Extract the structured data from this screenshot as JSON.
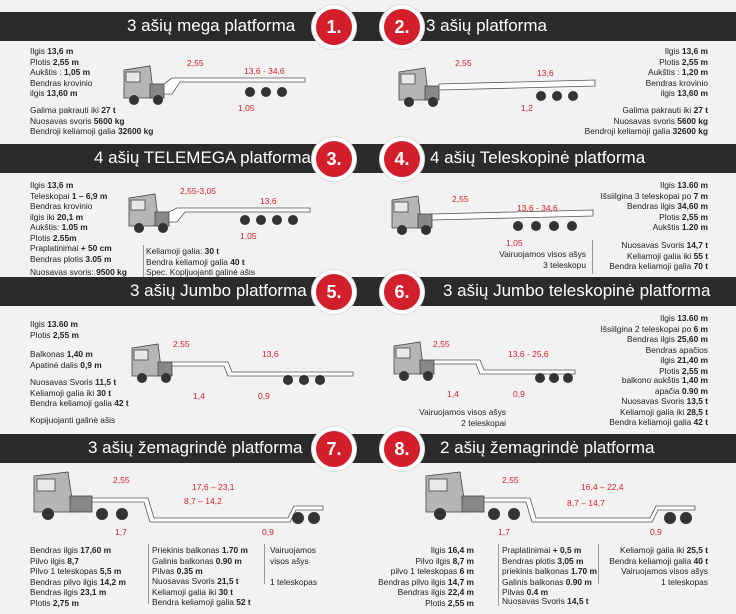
{
  "colors": {
    "accent": "#d21f2b",
    "band": "#2b2b2b",
    "text": "#222222",
    "background": "#f2f2f2"
  },
  "sections": [
    {
      "titles": [
        "3 ašių mega platforma",
        "3 ašių platforma"
      ],
      "numbers": [
        "1.",
        "2."
      ]
    },
    {
      "titles": [
        "4 ašių TELEMEGA platforma",
        "4 ašių Teleskopinė platforma"
      ],
      "numbers": [
        "3.",
        "4."
      ]
    },
    {
      "titles": [
        "3 ašių Jumbo platforma",
        "3 ašių Jumbo teleskopinė platforma"
      ],
      "numbers": [
        "5.",
        "6."
      ]
    },
    {
      "titles": [
        "3 ašių žemagrindė platforma",
        "2 ašių žemagrindė platforma"
      ],
      "numbers": [
        "7.",
        "8."
      ]
    }
  ],
  "p1": {
    "specs": [
      [
        "Ilgis ",
        "13,6 m"
      ],
      [
        "Plotis ",
        "2,55 m"
      ],
      [
        "Aukštis : ",
        "1,05 m"
      ],
      [
        "Bendras krovinio",
        ""
      ],
      [
        "ilgis ",
        "13,60 m"
      ]
    ],
    "specs2": [
      [
        "Galima pakrauti iki ",
        "27 t"
      ],
      [
        "Nuosavas svoris ",
        "5600 kg"
      ],
      [
        "Bendroji keliamoji galia ",
        "32600 kg"
      ]
    ],
    "dims": [
      "2,55",
      "13,6 - 34,6",
      "1,05"
    ]
  },
  "p2": {
    "specs": [
      [
        "Ilgis ",
        "13,6 m"
      ],
      [
        "Plotis ",
        "2,55 m"
      ],
      [
        "Aukštis : ",
        "1,20 m"
      ],
      [
        "Bendras krovinio",
        ""
      ],
      [
        "ilgis ",
        "13,60 m"
      ]
    ],
    "specs2": [
      [
        "Galima pakrauti iki ",
        "27 t"
      ],
      [
        "Nuosavas svoris ",
        "5600 kg"
      ],
      [
        "Bendroji keliamoji galia ",
        "32600 kg"
      ]
    ],
    "dims": [
      "2,55",
      "13,6",
      "1,2"
    ]
  },
  "p3": {
    "specs": [
      [
        "Ilgis ",
        "13,6 m"
      ],
      [
        "Teleskopai ",
        "1 – 6,9 m"
      ],
      [
        "Bendras krovinio",
        ""
      ],
      [
        "ilgis iki ",
        "20,1 m"
      ],
      [
        "Aukštis: ",
        "1.05 m"
      ],
      [
        "Plotis ",
        "2.55m"
      ],
      [
        "Praplatinimai ",
        "+ 50 cm"
      ],
      [
        "Bendras plotis ",
        "3.05 m"
      ]
    ],
    "specs2": [
      [
        "Nuosavas svoris: ",
        "9500 kg"
      ]
    ],
    "specs3": [
      [
        "Keliamoji galia: ",
        "30 t"
      ],
      [
        "Bendra keliamoji galia ",
        "40 t"
      ],
      [
        "Spec. Kopljuojanti galinė ašis",
        ""
      ]
    ],
    "dims": [
      "2,55-3,05",
      "13,6",
      "1,05"
    ]
  },
  "p4": {
    "specs": [
      [
        "Ilgis ",
        "13.60 m"
      ],
      [
        "Išsiilgina 3 teleskopai po ",
        "7 m"
      ],
      [
        "Bendras ilgis ",
        "34,60 m"
      ],
      [
        "Plotis ",
        "2,55 m"
      ],
      [
        "Aukštis ",
        "1.20 m"
      ]
    ],
    "specs2": [
      [
        "Nuosavas Svoris ",
        "14,7 t"
      ],
      [
        "Keliamoji galia iki ",
        "55 t"
      ],
      [
        "Bendra keliamoji galia ",
        "70 t"
      ]
    ],
    "specs3": [
      [
        "Vairuojamos visos ašys",
        ""
      ],
      [
        "3 teleskopu",
        ""
      ]
    ],
    "dims": [
      "2,55",
      "13,6 - 34,6",
      "1,05"
    ]
  },
  "p5": {
    "specs": [
      [
        "Ilgis ",
        "13.60 m"
      ],
      [
        "Plotis ",
        "2,55 m"
      ]
    ],
    "specs2": [
      [
        "Balkonas ",
        "1,40 m"
      ],
      [
        "Apatinė dalis ",
        "0,9 m"
      ]
    ],
    "specs3": [
      [
        "Nuosavas Svoris ",
        "11,5 t"
      ],
      [
        "Keliamoji galia iki ",
        "30 t"
      ],
      [
        "Bendra keliamoji galia ",
        "42 t"
      ]
    ],
    "specs4": [
      [
        "Kopijuojanti galinė ašis",
        ""
      ]
    ],
    "dims": [
      "2,55",
      "13,6",
      "1,4",
      "0,9"
    ]
  },
  "p6": {
    "specs": [
      [
        "Ilgis ",
        "13.60 m"
      ],
      [
        "Išsiilgina 2 teleskopai po ",
        "6 m"
      ],
      [
        "Bendras ilgis ",
        "25,60 m"
      ],
      [
        "Bendras apačios",
        ""
      ],
      [
        "ilgis ",
        "21,40 m"
      ],
      [
        "Plotis ",
        "2,55 m"
      ]
    ],
    "specs2": [
      [
        "balkono aukštis ",
        "1,40 m"
      ],
      [
        "apačia ",
        "0.90 m"
      ]
    ],
    "specs3": [
      [
        "Nuosavas Svoris ",
        "13,5 t"
      ],
      [
        "Keliamoji galia iki ",
        "28,5 t"
      ],
      [
        "Bendra keliamoji galia ",
        "42 t"
      ]
    ],
    "specs4": [
      [
        "Vairuojamos visos ašys",
        ""
      ],
      [
        "2 teleskopai",
        ""
      ]
    ],
    "dims": [
      "2,55",
      "13,6 - 25,6",
      "1,4",
      "0,9"
    ]
  },
  "p7": {
    "specs": [
      [
        "Bendras ilgis ",
        "17,60 m"
      ],
      [
        "Pilvo ilgis ",
        "8,7"
      ],
      [
        "Pilvo 1 teleskopas ",
        "5,5 m"
      ],
      [
        "Bendras pilvo ilgis ",
        "14,2 m"
      ],
      [
        "Bendras ilgis ",
        "23,1 m"
      ],
      [
        "Plotis ",
        "2,75 m"
      ]
    ],
    "specs2": [
      [
        "Priekinis balkonas ",
        "1.70 m"
      ],
      [
        "Galinis balkonas ",
        "0.90 m"
      ],
      [
        "Pilvas ",
        "0.35 m"
      ]
    ],
    "specs3": [
      [
        "Nuosavas Svoris ",
        "21,5 t"
      ],
      [
        "Keliamoji galia iki ",
        "30 t"
      ],
      [
        "Bendra keliamoji galia ",
        "52 t"
      ]
    ],
    "specs4": [
      [
        "Vairuojamos",
        ""
      ],
      [
        "visos ašys",
        ""
      ],
      [
        "",
        ""
      ],
      [
        "1 teleskopas",
        ""
      ]
    ],
    "dims": [
      "2,55",
      "17,6 – 23,1",
      "8,7 – 14,2",
      "1,7",
      "0,9"
    ]
  },
  "p8": {
    "specs": [
      [
        "Ilgis ",
        "16,4 m"
      ],
      [
        "Pilvo ilgis ",
        "8,7 m"
      ],
      [
        "pilvo 1 teleskopas ",
        "6 m"
      ],
      [
        "Bendras pilvo ilgis ",
        "14,7 m"
      ],
      [
        "Bendras ilgis ",
        "22,4 m"
      ],
      [
        "Plotis ",
        "2,55 m"
      ]
    ],
    "specs2": [
      [
        "Praplatinimai ",
        "+ 0,5 m"
      ],
      [
        "Bendras plotis ",
        "3,05 m"
      ],
      [
        "priekinis balkonas ",
        "1.70 m"
      ],
      [
        "Galinis balkonas ",
        "0.90 m"
      ],
      [
        "Pilvas ",
        "0.4 m"
      ]
    ],
    "specs3": [
      [
        "Nuosavas Svoris ",
        "14,5 t"
      ]
    ],
    "specs4": [
      [
        "Keliamoji galia iki ",
        "25,5 t"
      ],
      [
        "Bendra keliamoji galia ",
        "40 t"
      ],
      [
        "Vairuojamos visos ašys",
        ""
      ],
      [
        "1 teleskopas",
        ""
      ]
    ],
    "dims": [
      "2,55",
      "16,4 – 22,4",
      "8,7 – 14,7",
      "1,7",
      "0,9"
    ]
  }
}
